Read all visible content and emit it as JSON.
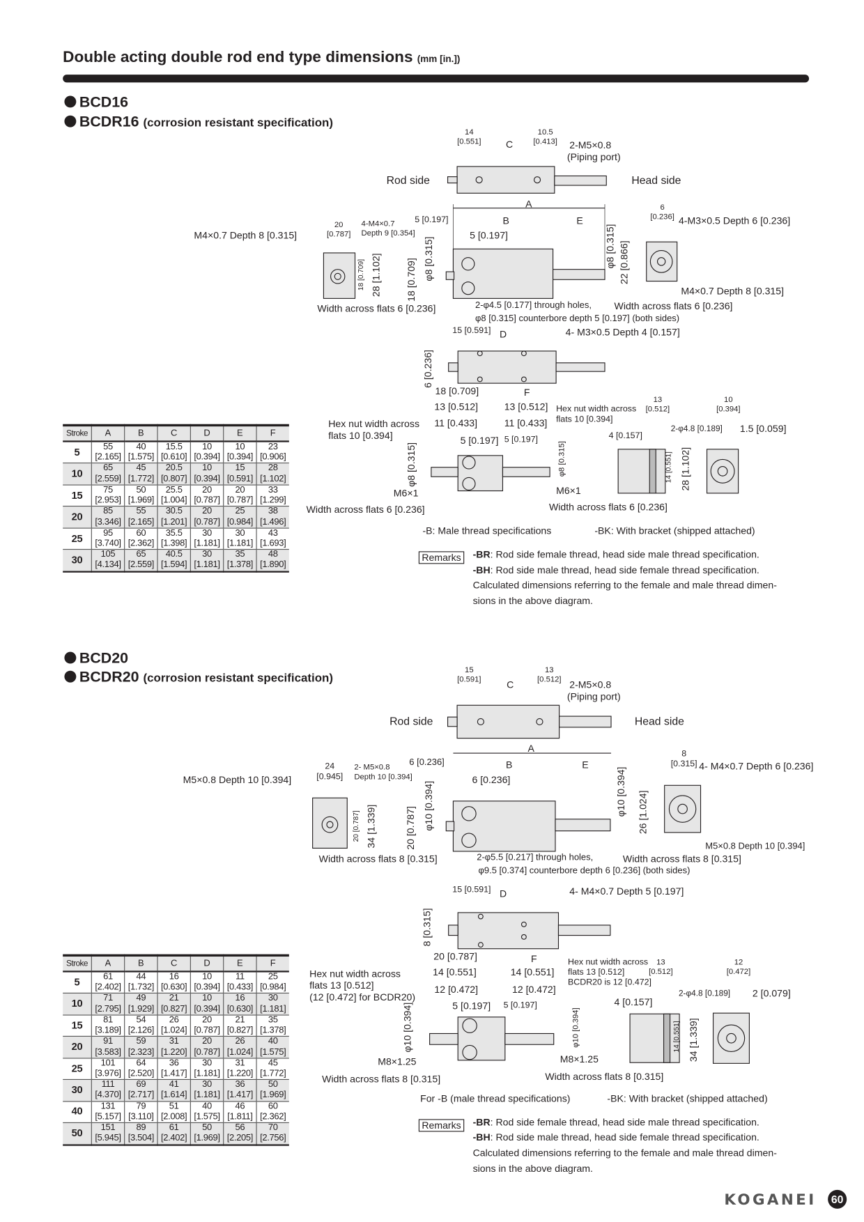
{
  "header": {
    "title": "Double acting double rod end type dimensions",
    "unit": "(mm [in.])"
  },
  "s1": {
    "model": "BCD16",
    "model_r": "BCDR16",
    "model_r_sub": "(corrosion resistant specification)",
    "labels": [
      "14\n[0.551]",
      "C",
      "10.5\n[0.413]",
      "2-M5×0.8",
      "(Piping port)",
      "Rod side",
      "Head side",
      "A",
      "B",
      "E",
      "5 [0.197]",
      "5 [0.197]",
      "20\n[0.787]",
      "4-M4×0.7\nDepth 9 [0.354]",
      "M4×0.7 Depth 8 [0.315]",
      "18 [0.709]",
      "φ8 [0.315]",
      "28 [1.102]",
      "18 [0.709]",
      "φ8 [0.315]",
      "22 [0.866]",
      "6\n[0.236]",
      "4-M3×0.5 Depth 6 [0.236]",
      "M4×0.7 Depth 8 [0.315]",
      "Width across flats 6 [0.236]",
      "2-φ4.5 [0.177] through holes,",
      "φ8 [0.315] counterbore depth 5 [0.197] (both sides)",
      "Width across flats 6 [0.236]",
      "15 [0.591]",
      "D",
      "4- M3×0.5 Depth 4 [0.157]",
      "6 [0.236]",
      "18 [0.709]",
      "F",
      "13 [0.512]",
      "13 [0.512]",
      "11 [0.433]",
      "11 [0.433]",
      "5 [0.197]",
      "5 [0.197]",
      "Hex nut width across\nflats 10 [0.394]",
      "Hex nut width across\nflats 10 [0.394]",
      "φ8 [0.315]",
      "φ8 [0.315]",
      "M6×1",
      "M6×1",
      "Width across flats 6 [0.236]",
      "Width across flats 6 [0.236]",
      "-B: Male thread specifications",
      "13\n[0.512]",
      "10\n[0.394]",
      "2-φ4.8 [0.189]",
      "1.5 [0.059]",
      "4 [0.157]",
      "14 [0.551]",
      "28 [1.102]",
      "-BK: With bracket (shipped attached)"
    ],
    "table": {
      "headers": [
        "Stroke",
        "A",
        "B",
        "C",
        "D",
        "E",
        "F"
      ],
      "rows": [
        [
          "5",
          "55\n[2.165]",
          "40\n[1.575]",
          "15.5\n[0.610]",
          "10\n[0.394]",
          "10\n[0.394]",
          "23\n[0.906]"
        ],
        [
          "10",
          "65\n[2.559]",
          "45\n[1.772]",
          "20.5\n[0.807]",
          "10\n[0.394]",
          "15\n[0.591]",
          "28\n[1.102]"
        ],
        [
          "15",
          "75\n[2.953]",
          "50\n[1.969]",
          "25.5\n[1.004]",
          "20\n[0.787]",
          "20\n[0.787]",
          "33\n[1.299]"
        ],
        [
          "20",
          "85\n[3.346]",
          "55\n[2.165]",
          "30.5\n[1.201]",
          "20\n[0.787]",
          "25\n[0.984]",
          "38\n[1.496]"
        ],
        [
          "25",
          "95\n[3.740]",
          "60\n[2.362]",
          "35.5\n[1.398]",
          "30\n[1.181]",
          "30\n[1.181]",
          "43\n[1.693]"
        ],
        [
          "30",
          "105\n[4.134]",
          "65\n[2.559]",
          "40.5\n[1.594]",
          "30\n[1.181]",
          "35\n[1.378]",
          "48\n[1.890]"
        ]
      ]
    },
    "remarks": {
      "label": "Remarks",
      "br_code": "-BR",
      "br_text": ": Rod side female thread, head side male thread specification.",
      "bh_code": "-BH",
      "bh_text": ": Rod side male thread, head side female thread specification.",
      "line3": "Calculated dimensions referring to the female and male thread dimen-",
      "line4": "sions in the above diagram."
    }
  },
  "s2": {
    "model": "BCD20",
    "model_r": "BCDR20",
    "model_r_sub": "(corrosion resistant specification)",
    "labels": [
      "15\n[0.591]",
      "C",
      "13\n[0.512]",
      "2-M5×0.8",
      "(Piping port)",
      "Rod side",
      "Head side",
      "A",
      "6 [0.236]",
      "B",
      "E",
      "24\n[0.945]",
      "2- M5×0.8\nDepth 10 [0.394]",
      "6 [0.236]",
      "M5×0.8 Depth 10 [0.394]",
      "20 [0.787]",
      "φ10 [0.394]",
      "34 [1.339]",
      "20 [0.787]",
      "φ10 [0.394]",
      "26 [1.024]",
      "8\n[0.315]",
      "4- M4×0.7 Depth 6 [0.236]",
      "M5×0.8 Depth 10 [0.394]",
      "Width across flats 8 [0.315]",
      "2-φ5.5 [0.217] through holes,",
      "φ9.5 [0.374] counterbore depth 6 [0.236] (both sides)",
      "Width across flats 8 [0.315]",
      "15 [0.591]",
      "D",
      "4- M4×0.7 Depth 5 [0.197]",
      "8 [0.315]",
      "20 [0.787]",
      "F",
      "14 [0.551]",
      "14 [0.551]",
      "12 [0.472]",
      "12 [0.472]",
      "5 [0.197]",
      "5 [0.197]",
      "Hex nut width across\nflats 13 [0.512]\n(12 [0.472] for BCDR20)",
      "Hex nut width across\nflats 13 [0.512]\nBCDR20 is 12 [0.472]",
      "φ10 [0.394]",
      "φ10 [0.394]",
      "M8×1.25",
      "M8×1.25",
      "Width across flats 8 [0.315]",
      "Width across flats 8 [0.315]",
      "For -B (male thread specifications)",
      "13\n[0.512]",
      "12\n[0.472]",
      "2-φ4.8 [0.189]",
      "2 [0.079]",
      "4 [0.157]",
      "14 [0.551]",
      "34 [1.339]",
      "-BK: With bracket (shipped attached)"
    ],
    "table": {
      "headers": [
        "Stroke",
        "A",
        "B",
        "C",
        "D",
        "E",
        "F"
      ],
      "rows": [
        [
          "5",
          "61\n[2.402]",
          "44\n[1.732]",
          "16\n[0.630]",
          "10\n[0.394]",
          "11\n[0.433]",
          "25\n[0.984]"
        ],
        [
          "10",
          "71\n[2.795]",
          "49\n[1.929]",
          "21\n[0.827]",
          "10\n[0.394]",
          "16\n[0.630]",
          "30\n[1.181]"
        ],
        [
          "15",
          "81\n[3.189]",
          "54\n[2.126]",
          "26\n[1.024]",
          "20\n[0.787]",
          "21\n[0.827]",
          "35\n[1.378]"
        ],
        [
          "20",
          "91\n[3.583]",
          "59\n[2.323]",
          "31\n[1.220]",
          "20\n[0.787]",
          "26\n[1.024]",
          "40\n[1.575]"
        ],
        [
          "25",
          "101\n[3.976]",
          "64\n[2.520]",
          "36\n[1.417]",
          "30\n[1.181]",
          "31\n[1.220]",
          "45\n[1.772]"
        ],
        [
          "30",
          "111\n[4.370]",
          "69\n[2.717]",
          "41\n[1.614]",
          "30\n[1.181]",
          "36\n[1.417]",
          "50\n[1.969]"
        ],
        [
          "40",
          "131\n[5.157]",
          "79\n[3.110]",
          "51\n[2.008]",
          "40\n[1.575]",
          "46\n[1.811]",
          "60\n[2.362]"
        ],
        [
          "50",
          "151\n[5.945]",
          "89\n[3.504]",
          "61\n[2.402]",
          "50\n[1.969]",
          "56\n[2.205]",
          "70\n[2.756]"
        ]
      ]
    },
    "remarks": {
      "label": "Remarks",
      "br_code": "-BR",
      "br_text": ": Rod side female thread, head side male thread specification.",
      "bh_code": "-BH",
      "bh_text": ": Rod side male thread, head side female thread specification.",
      "line3": "Calculated dimensions referring to the female and male thread dimen-",
      "line4": "sions in the above diagram."
    }
  },
  "footer": {
    "brand": "KOGANEI",
    "page": "60"
  }
}
